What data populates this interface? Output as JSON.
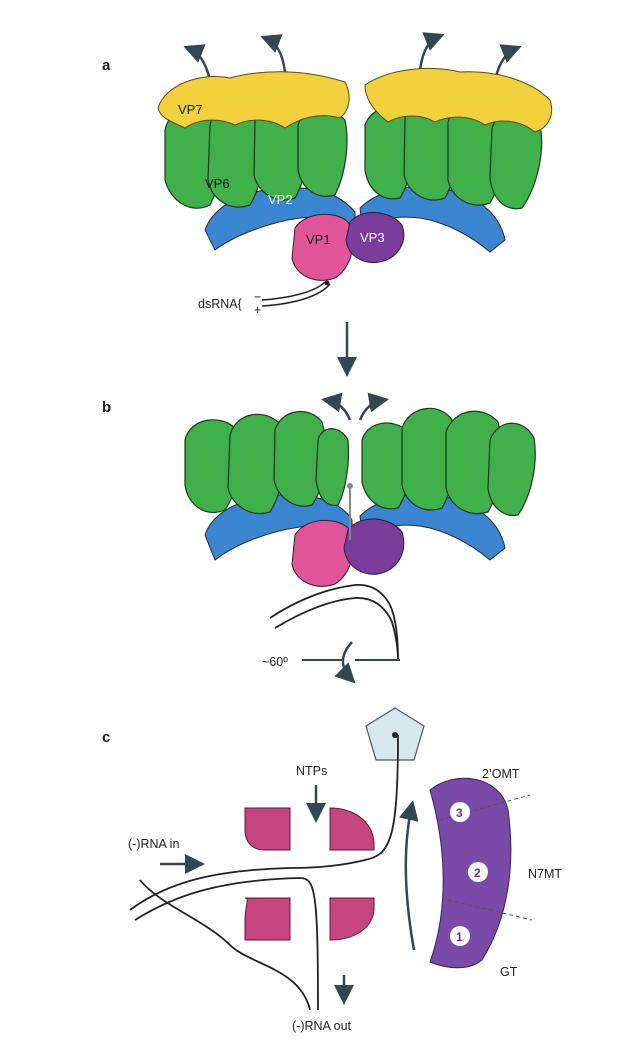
{
  "panels": {
    "a": {
      "letter": "a",
      "labels": {
        "vp7": "VP7",
        "vp6": "VP6",
        "vp2": "VP2",
        "vp1": "VP1",
        "vp3": "VP3",
        "dsrna": "dsRNA{",
        "strand_minus": "−",
        "strand_plus": "+"
      }
    },
    "b": {
      "letter": "b",
      "rotation": "~60º"
    },
    "c": {
      "letter": "c",
      "ntps": "NTPs",
      "rna_in": "(-)RNA in",
      "rna_out": "(-)RNA out",
      "omt2": "2’OMT",
      "n7mt": "N7MT",
      "gt": "GT",
      "sites": [
        "3",
        "2",
        "1"
      ]
    }
  },
  "colors": {
    "vp7": "#f2d13c",
    "vp6": "#3fb04a",
    "vp2": "#3b86d1",
    "vp1": "#e0559a",
    "vp3": "#7a3d9c",
    "pocket": "#c7457f",
    "capping": "#7a4aa8",
    "pentagon": "#d6e7ee",
    "arrow": "#33474f"
  }
}
